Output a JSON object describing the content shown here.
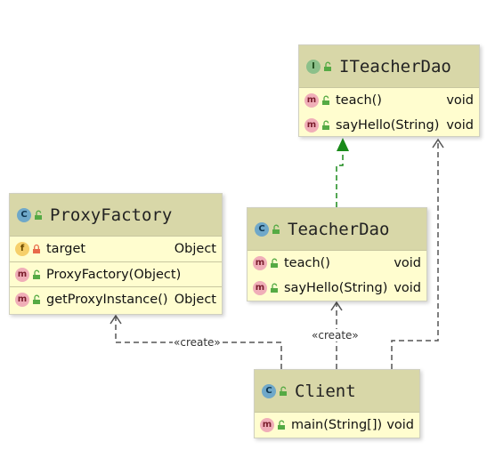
{
  "diagram": {
    "classes": {
      "iteacherdao": {
        "name": "ITeacherDao",
        "kind_icon": "I",
        "members": [
          {
            "icon": "m",
            "name": "teach()",
            "type": "void"
          },
          {
            "icon": "m",
            "name": "sayHello(String)",
            "type": "void"
          }
        ]
      },
      "proxyfactory": {
        "name": "ProxyFactory",
        "kind_icon": "C",
        "members": [
          {
            "icon": "f",
            "name": "target",
            "type": "Object"
          },
          {
            "icon": "m",
            "name": "ProxyFactory(Object)",
            "type": ""
          },
          {
            "icon": "m",
            "name": "getProxyInstance()",
            "type": "Object"
          }
        ]
      },
      "teacherdao": {
        "name": "TeacherDao",
        "kind_icon": "C",
        "members": [
          {
            "icon": "m",
            "name": "teach()",
            "type": "void"
          },
          {
            "icon": "m",
            "name": "sayHello(String)",
            "type": "void"
          }
        ]
      },
      "client": {
        "name": "Client",
        "kind_icon": "C",
        "members": [
          {
            "icon": "m",
            "name": "main(String[])",
            "type": "void"
          }
        ]
      }
    },
    "relations": {
      "create_proxyfactory": "«create»",
      "create_teacherdao": "«create»"
    },
    "colors": {
      "class_body": "#fffdcf",
      "class_header": "#d8d7a8",
      "implements_arrow": "#1a8a1a",
      "dependency_arrow": "#555555"
    }
  }
}
